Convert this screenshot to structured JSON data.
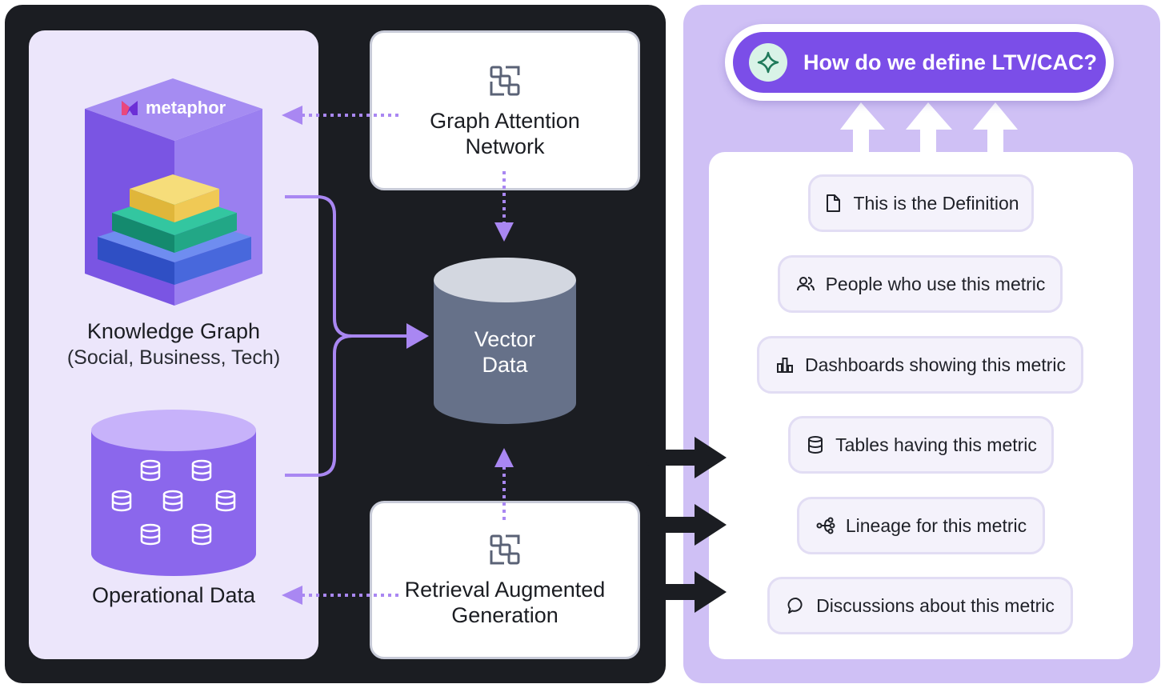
{
  "knowledge_graph": {
    "brand": "metaphor",
    "title": "Knowledge Graph",
    "subtitle": "(Social, Business, Tech)"
  },
  "operational_data": {
    "title": "Operational Data"
  },
  "graph_attention": {
    "title": "Graph Attention\nNetwork"
  },
  "vector_data": {
    "title": "Vector\nData"
  },
  "rag": {
    "title": "Retrieval Augmented\nGeneration"
  },
  "question": {
    "text": "How do we define LTV/CAC?"
  },
  "results": [
    {
      "icon": "document-icon",
      "label": "This is the Definition"
    },
    {
      "icon": "people-icon",
      "label": "People who use this metric"
    },
    {
      "icon": "bar-chart-icon",
      "label": "Dashboards showing this metric"
    },
    {
      "icon": "database-icon",
      "label": "Tables having this metric"
    },
    {
      "icon": "lineage-icon",
      "label": "Lineage for this metric"
    },
    {
      "icon": "chat-bubble-icon",
      "label": "Discussions about this metric"
    }
  ],
  "colors": {
    "dark_bg": "#1b1d22",
    "accent_purple": "#7b4ee8",
    "light_purple": "#cfc0f5",
    "cylinder_slate": "#667189"
  }
}
